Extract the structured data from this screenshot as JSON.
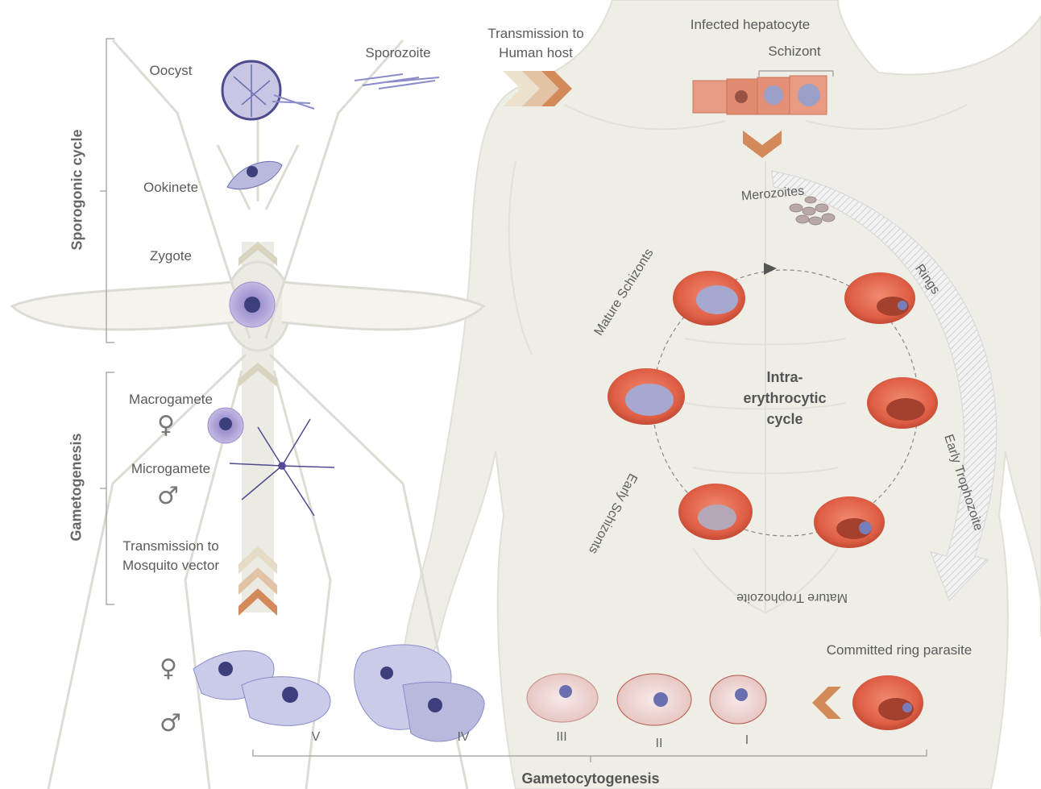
{
  "colors": {
    "rbc": "#e0694f",
    "rbc_dark": "#b8422e",
    "parasite": "#6a6fb0",
    "parasite_light": "#b8b9dd",
    "arrow_dark": "#d4895a",
    "arrow_mid": "#e2c3a5",
    "arrow_light": "#ebe1cc",
    "body_silhouette": "#ecebe4"
  },
  "labels": {
    "sporogonic_cycle": "Sporogonic cycle",
    "gametogenesis": "Gametogenesis",
    "oocyst": "Oocyst",
    "sporozoite": "Sporozoite",
    "ookinete": "Ookinete",
    "zygote": "Zygote",
    "macrogamete": "Macrogamete",
    "microgamete": "Microgamete",
    "transmission_mosquito_1": "Transmission to",
    "transmission_mosquito_2": "Mosquito vector",
    "transmission_human_1": "Transmission to",
    "transmission_human_2": "Human host",
    "infected_hepatocyte": "Infected hepatocyte",
    "schizont": "Schizont",
    "merozoites": "Merozoites",
    "mature_schizonts": "Mature Schizonts",
    "rings": "Rings",
    "early_trophozoite": "Early Trophozoite",
    "mature_trophozoite": "Mature Trophozoite",
    "early_schizonts": "Early Schizonts",
    "intra_1": "Intra-",
    "intra_2": "erythrocytic",
    "intra_3": "cycle",
    "committed_ring": "Committed ring parasite",
    "gametocytogenesis": "Gametocytogenesis",
    "female_symbol": "♀",
    "male_symbol": "♂"
  },
  "stages": [
    "V",
    "IV",
    "III",
    "II",
    "I"
  ]
}
